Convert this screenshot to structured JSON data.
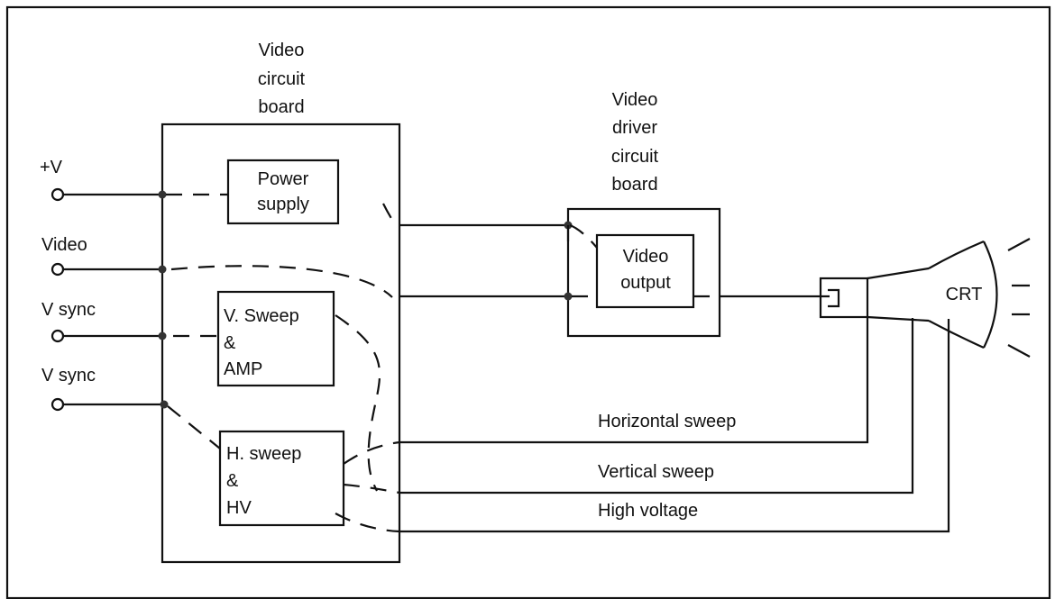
{
  "boards": {
    "video_circuit_board": [
      "Video",
      "circuit",
      "board"
    ],
    "video_driver_circuit_board": [
      "Video",
      "driver",
      "circuit",
      "board"
    ]
  },
  "blocks": {
    "power_supply": [
      "Power",
      "supply"
    ],
    "v_sweep_amp": [
      "V. Sweep",
      "&",
      "AMP"
    ],
    "h_sweep_hv": [
      "H. sweep",
      "&",
      "HV"
    ],
    "video_output": [
      "Video",
      "output"
    ],
    "crt": "CRT"
  },
  "inputs": [
    "+V",
    "Video",
    "V sync",
    "V sync"
  ],
  "signals": {
    "horizontal_sweep": "Horizontal sweep",
    "vertical_sweep": "Vertical sweep",
    "high_voltage": "High voltage"
  }
}
